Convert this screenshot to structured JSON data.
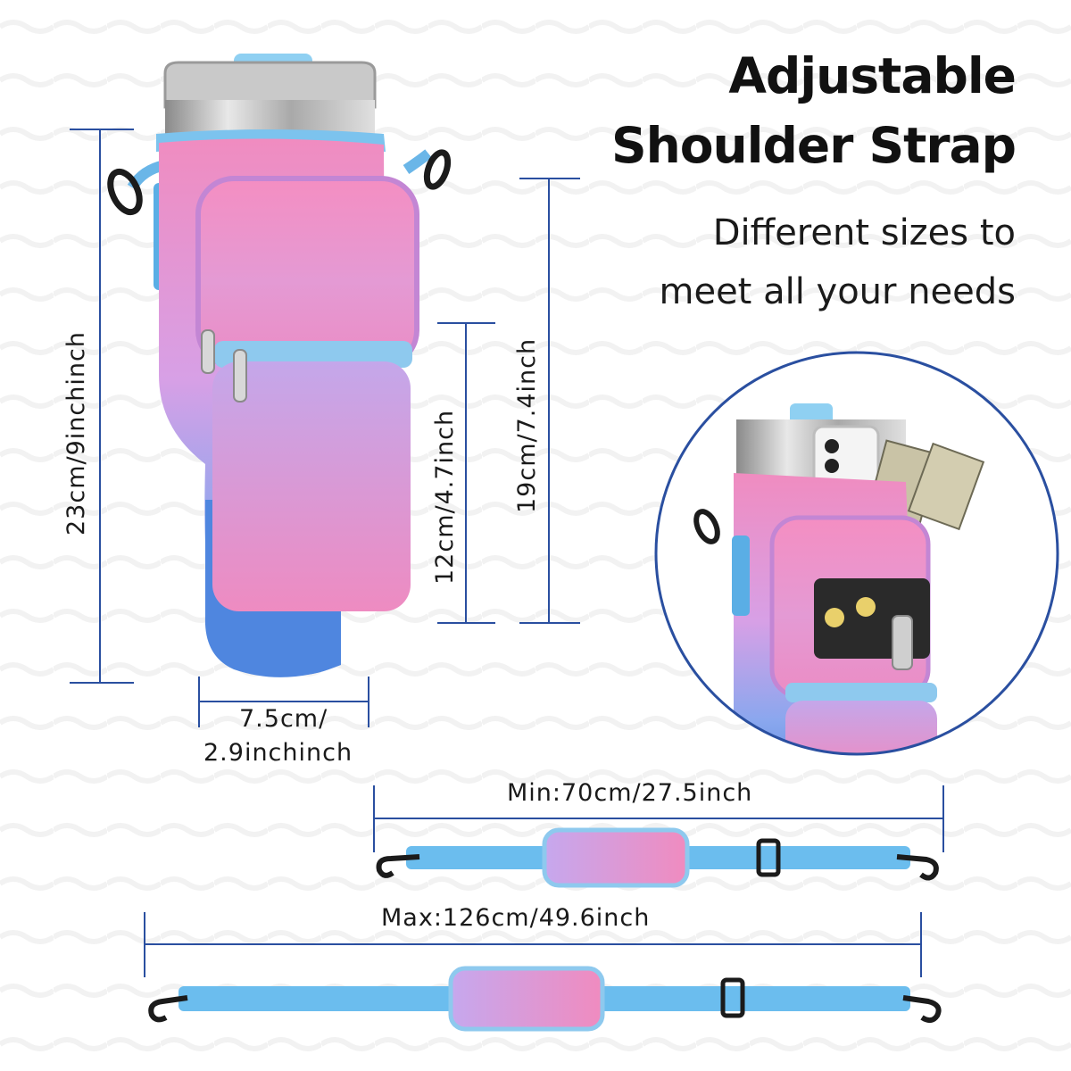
{
  "heading": {
    "line1": "Adjustable",
    "line2": "Shoulder Strap"
  },
  "subheading": {
    "line1": "Different sizes to",
    "line2": "meet all your needs"
  },
  "dimensions": {
    "height_total": "23cm/9inchinch",
    "pocket_height": "12cm/4.7inch",
    "body_height": "19cm/7.4inch",
    "base_width_line1": "7.5cm/",
    "base_width_line2": "2.9inchinch",
    "strap_min": "Min:70cm/27.5inch",
    "strap_max": "Max:126cm/49.6inch"
  },
  "colors": {
    "dimension_line": "#2a4fa0",
    "pink": "#e58bc0",
    "lavender": "#c9a6e6",
    "blue": "#5f8fe0",
    "light_blue": "#7cc3ee"
  }
}
